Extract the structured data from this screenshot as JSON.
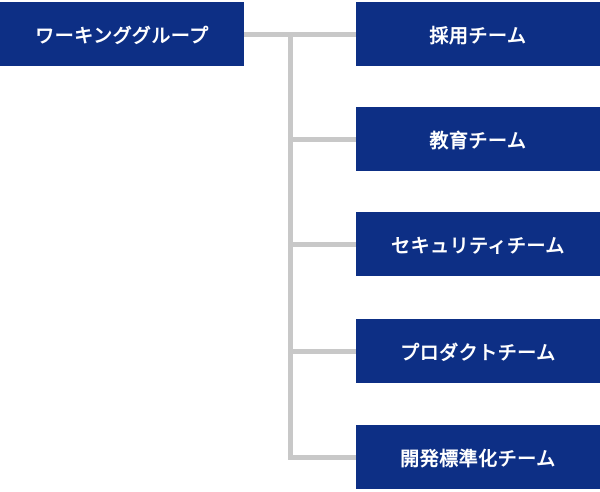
{
  "diagram": {
    "root": {
      "label": "ワーキンググループ"
    },
    "children": [
      {
        "label": "採用チーム"
      },
      {
        "label": "教育チーム"
      },
      {
        "label": "セキュリティチーム"
      },
      {
        "label": "プロダクトチーム"
      },
      {
        "label": "開発標準化チーム"
      }
    ]
  },
  "colors": {
    "box_fill": "#0d2f85",
    "box_text": "#ffffff",
    "connector": "#c8c8c8"
  }
}
